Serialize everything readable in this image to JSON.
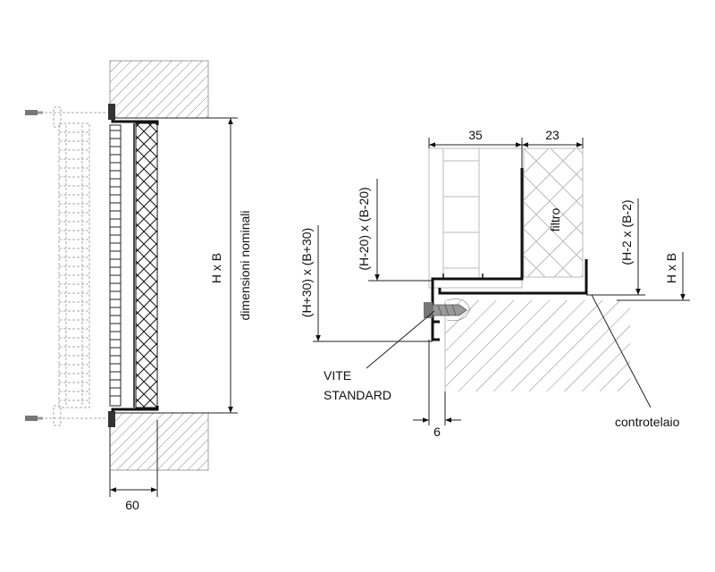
{
  "labels": {
    "dim_60": "60",
    "dim_hxb_left": "H x B",
    "nominal": "dimensioni nominali",
    "dim_35": "35",
    "dim_23": "23",
    "filtro": "filtro",
    "dim_h20": "(H-20) x (B-20)",
    "dim_h30": "(H+30) x (B+30)",
    "dim_h2": "(H-2 x (B-2)",
    "dim_hxb_right": "H x B",
    "vite_1": "VITE",
    "vite_2": "STANDARD",
    "dim_6": "6",
    "controtelaio": "controtelaio"
  },
  "colors": {
    "line": "#111111",
    "hatch": "#555555",
    "dashed": "#aaaaaa",
    "screw": "#888888"
  },
  "icons": {
    "screw": "screw-icon"
  }
}
